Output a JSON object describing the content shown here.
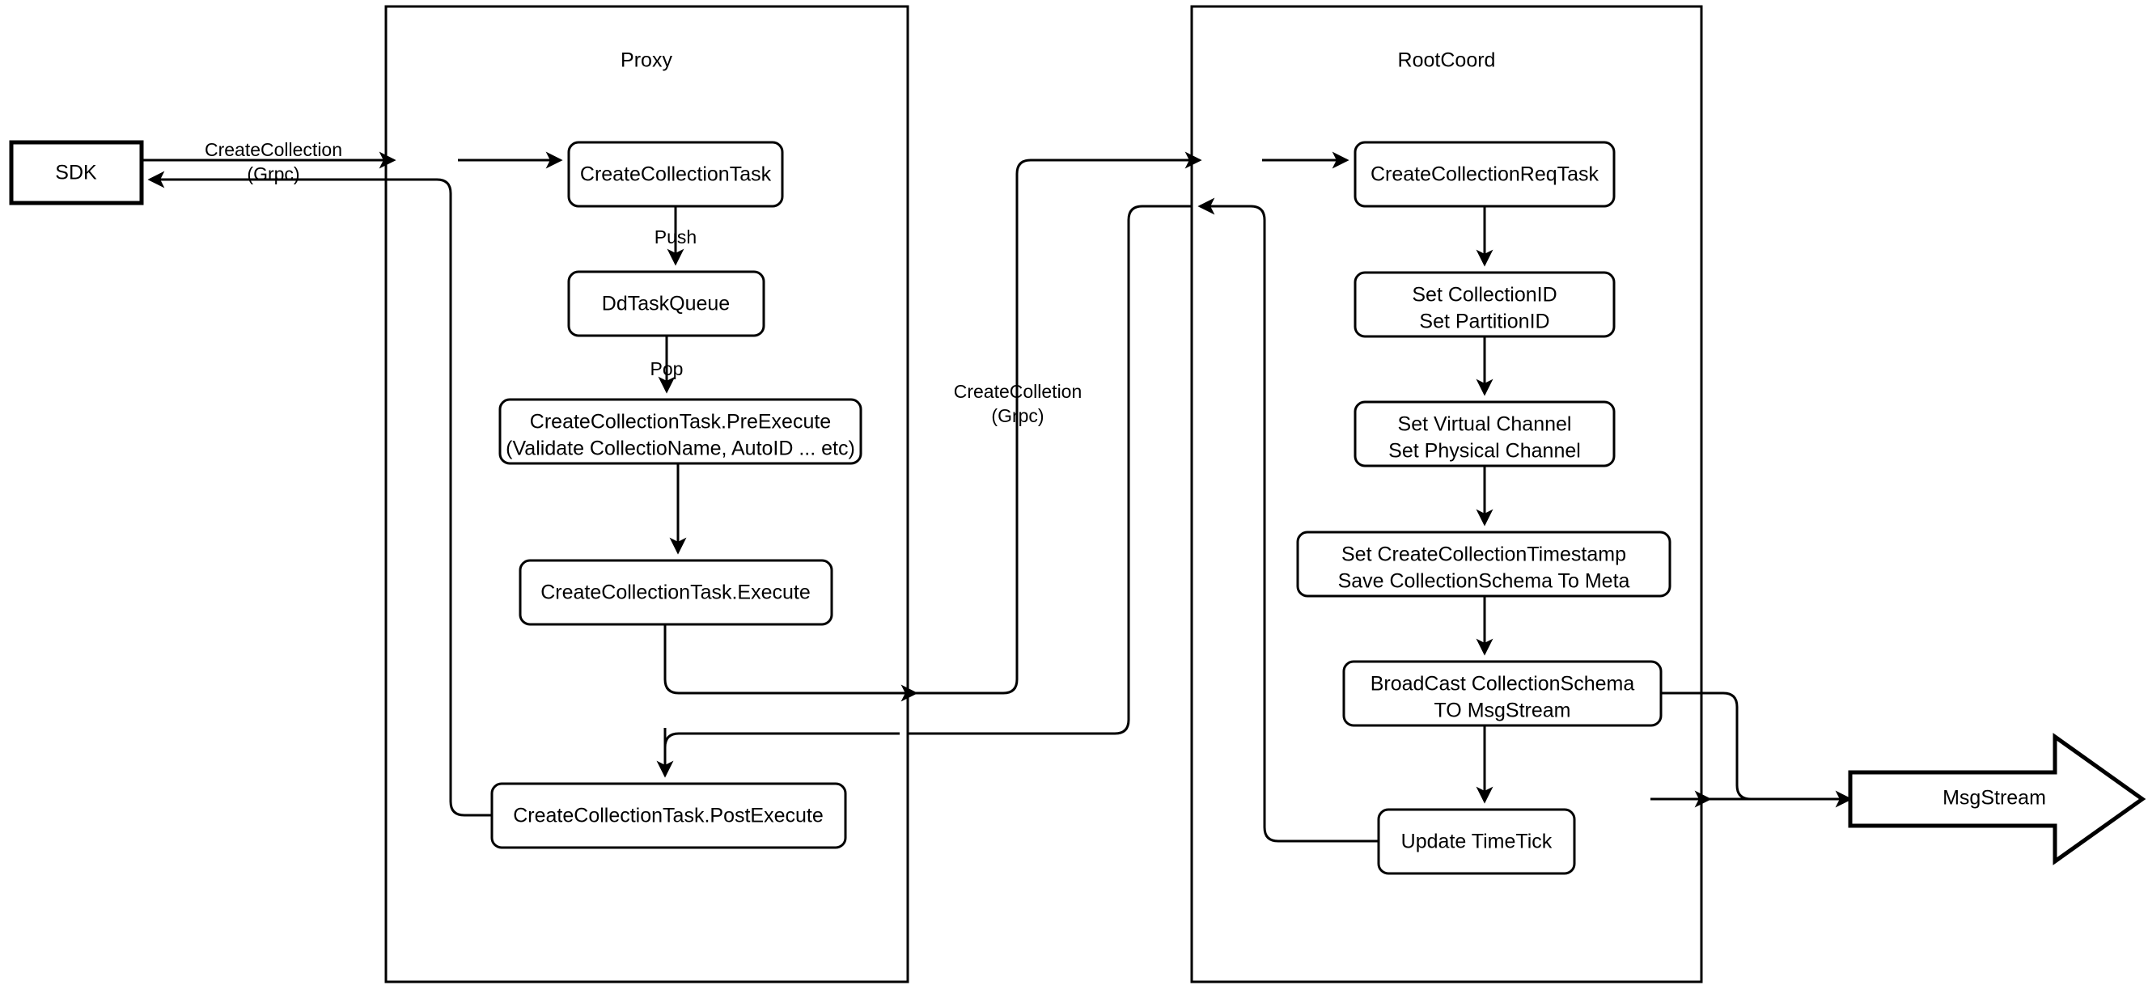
{
  "diagram": {
    "title": "CreateCollection flow",
    "background": "#ffffff",
    "line_color": "#000000",
    "fill_color": "#ffffff"
  },
  "containers": [
    {
      "id": "proxy",
      "label": "Proxy"
    },
    {
      "id": "rootcoord",
      "label": "RootCoord"
    }
  ],
  "nodes": {
    "sdk": "SDK",
    "create_collection_task": "CreateCollectionTask",
    "dd_task_queue": "DdTaskQueue",
    "pre_execute_line1": "CreateCollectionTask.PreExecute",
    "pre_execute_line2": "(Validate CollectioName, AutoID ... etc)",
    "execute": "CreateCollectionTask.Execute",
    "post_execute": "CreateCollectionTask.PostExecute",
    "create_collection_req_task": "CreateCollectionReqTask",
    "set_ids_line1": "Set CollectionID",
    "set_ids_line2": "Set PartitionID",
    "set_channel_line1": "Set Virtual Channel",
    "set_channel_line2": "Set Physical Channel",
    "set_meta_line1": "Set CreateCollectionTimestamp",
    "set_meta_line2": "Save CollectionSchema To Meta",
    "broadcast_line1": "BroadCast CollectionSchema",
    "broadcast_line2": "TO MsgStream",
    "update_timetick": "Update TimeTick",
    "msgstream": "MsgStream"
  },
  "edge_labels": {
    "sdk_to_proxy_line1": "CreateCollection",
    "sdk_to_proxy_line2": "(Grpc)",
    "push": "Push",
    "pop": "Pop",
    "proxy_to_rootcoord_line1": "CreateColletion",
    "proxy_to_rootcoord_line2": "(Grpc)"
  }
}
